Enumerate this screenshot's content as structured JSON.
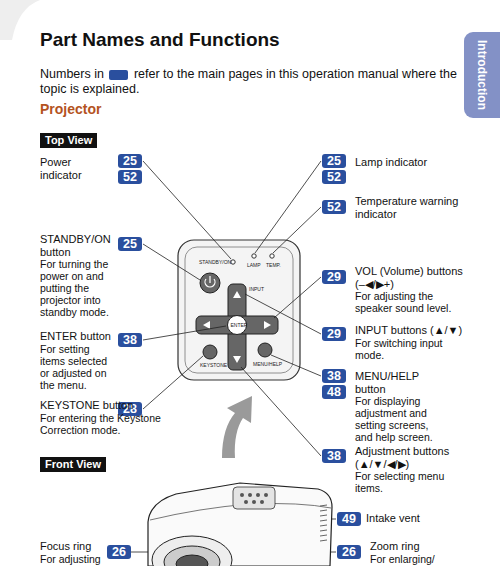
{
  "diagram": {
    "title": "Part Names and Functions",
    "nodes": [
      {
        "text": [
          "Top View"
        ]
      },
      {
        "text": [
          "25"
        ]
      },
      {
        "text": [
          "52"
        ]
      },
      {
        "text": [
          "25"
        ]
      },
      {
        "text": [
          "52"
        ]
      },
      {
        "text": [
          "52"
        ]
      },
      {
        "text": [
          "25"
        ]
      },
      {
        "text": [
          "29"
        ]
      },
      {
        "text": [
          "38"
        ]
      },
      {
        "text": [
          "29"
        ]
      },
      {
        "text": [
          "28"
        ]
      },
      {
        "text": [
          "38"
        ]
      },
      {
        "text": [
          "48"
        ]
      },
      {
        "text": [
          "38"
        ]
      },
      {
        "text": [
          "Front View"
        ]
      },
      {
        "text": [
          "49"
        ]
      },
      {
        "text": [
          "26"
        ]
      },
      {
        "text": [
          "26"
        ]
      },
      {
        "text": [
          "Introduction"
        ]
      }
    ],
    "labels": [
      "Numbers in",
      "refer to the main pages in this operation manual where the topic is explained.",
      "Projector",
      "Power indicator",
      "Lamp indicator",
      "Temperature warning indicator",
      "STANDBY/ON button",
      "For turning the power on and putting the projector into standby mode.",
      "VOL (Volume) buttons (–◀/▶+)",
      "For adjusting the speaker sound level.",
      "ENTER button",
      "For setting items selected or adjusted on the menu.",
      "INPUT buttons (▲/▼)",
      "For switching input mode.",
      "MENU/HELP button",
      "For displaying adjustment and setting screens, and help screen.",
      "KEYSTONE button",
      "For entering the Keystone Correction mode.",
      "Adjustment buttons (▲/▼/◀/▶)",
      "For selecting menu items.",
      "Intake vent",
      "Focus ring",
      "For adjusting",
      "Zoom ring",
      "For enlarging/",
      "STANDBY/ON",
      "LAMP",
      "TEMP.",
      "INPUT",
      "ENTER",
      "KEYSTONE",
      "MENU/HELP"
    ]
  }
}
